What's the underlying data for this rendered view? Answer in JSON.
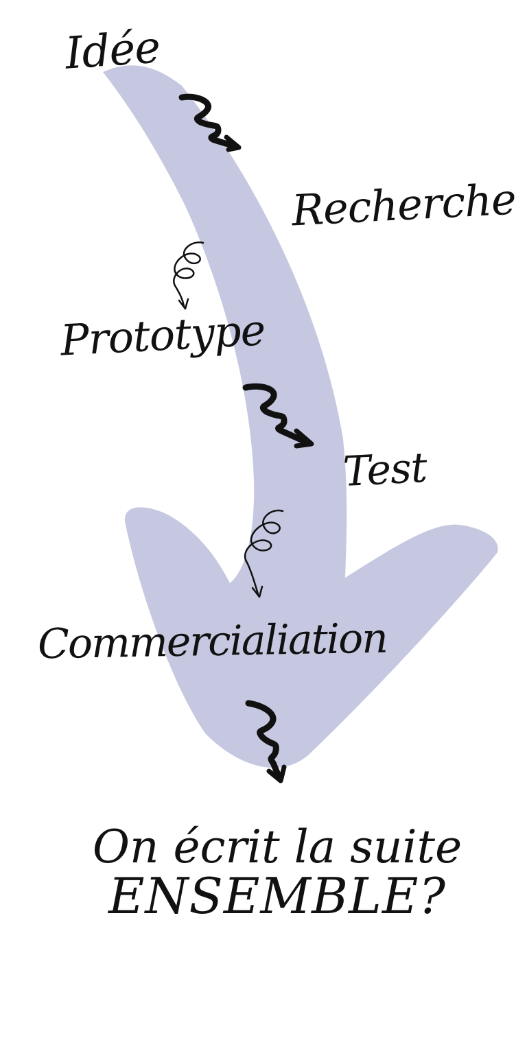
{
  "colors": {
    "arrow_fill": "#c5c8e0",
    "ink": "#111111"
  },
  "steps": [
    {
      "label": "Idée"
    },
    {
      "label": "Recherche"
    },
    {
      "label": "Prototype"
    },
    {
      "label": "Test"
    },
    {
      "label": "Commercialiation"
    }
  ],
  "connectors": [
    {
      "from": "Idée",
      "to": "Recherche",
      "style": "zigzag-arrow-icon"
    },
    {
      "from": "Recherche",
      "to": "Prototype",
      "style": "curly-arrow-icon"
    },
    {
      "from": "Prototype",
      "to": "Test",
      "style": "zigzag-arrow-icon"
    },
    {
      "from": "Test",
      "to": "Commercialiation",
      "style": "curly-arrow-icon"
    },
    {
      "from": "Commercialiation",
      "to": "closing",
      "style": "zigzag-arrow-icon"
    }
  ],
  "closing": {
    "line1": "On écrit la suite",
    "line2": "ENSEMBLE?"
  }
}
